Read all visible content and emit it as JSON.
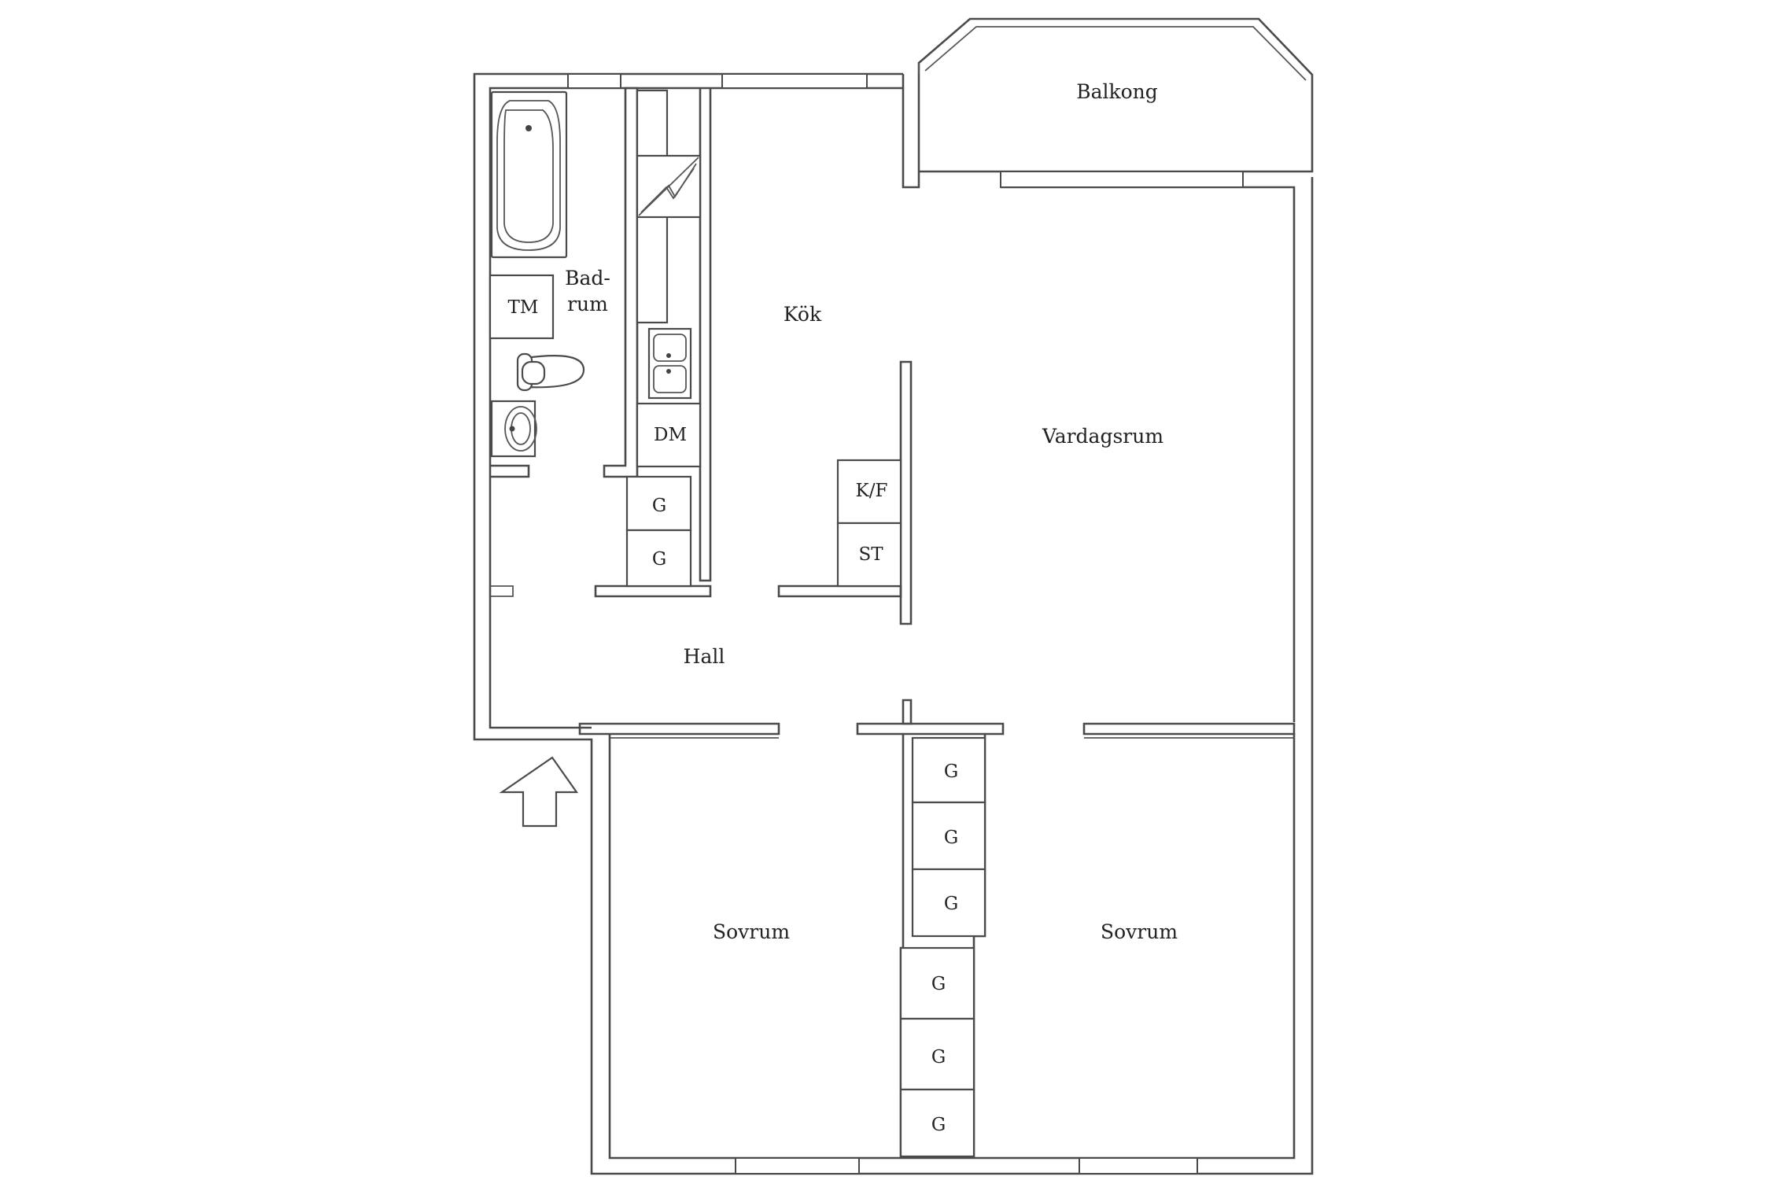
{
  "rooms": {
    "balkong": "Balkong",
    "badrum_line1": "Bad-",
    "badrum_line2": "rum",
    "kok": "Kök",
    "vardagsrum": "Vardagsrum",
    "hall": "Hall",
    "sovrum_left": "Sovrum",
    "sovrum_right": "Sovrum"
  },
  "fixtures": {
    "tm": "TM",
    "dm": "DM",
    "kf": "K/F",
    "st": "ST",
    "g": "G"
  },
  "colors": {
    "line": "#4a4a4a",
    "background": "#ffffff"
  }
}
